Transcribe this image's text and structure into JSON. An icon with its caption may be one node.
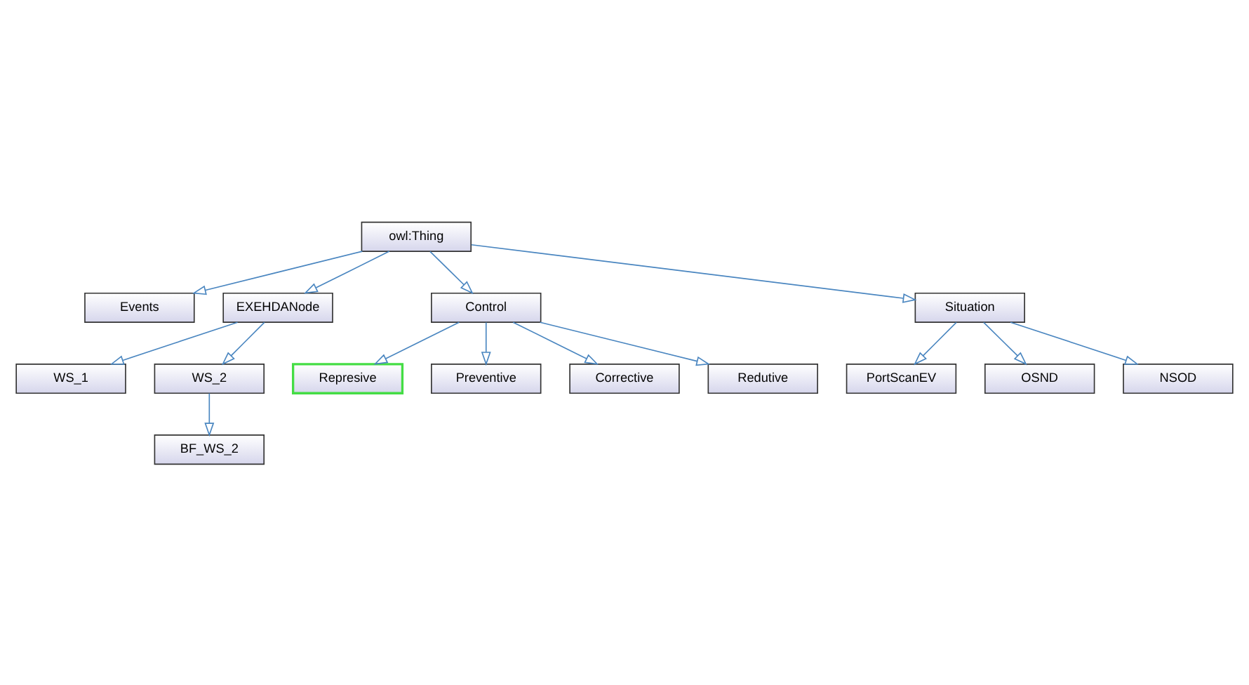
{
  "diagram": {
    "nodes": [
      {
        "text": [
          "Events"
        ]
      },
      {
        "text": [
          "EXEHDANode"
        ]
      },
      {
        "text": [
          "owl:Thing"
        ]
      },
      {
        "text": [
          "Control"
        ]
      },
      {
        "text": [
          "Represive"
        ]
      },
      {
        "text": [
          "Preventive"
        ]
      },
      {
        "text": [
          "Corrective"
        ]
      },
      {
        "text": [
          "Redutive"
        ]
      },
      {
        "text": [
          "WS_1"
        ]
      },
      {
        "text": [
          "WS_2"
        ]
      },
      {
        "text": [
          "BF_WS_2"
        ]
      },
      {
        "text": [
          "Situation"
        ]
      },
      {
        "text": [
          "PortScanEV"
        ]
      },
      {
        "text": [
          "OSND"
        ]
      },
      {
        "text": [
          "NSOD"
        ]
      }
    ],
    "edges": [
      {
        "from": 2,
        "to": 0,
        "arrow": "to"
      },
      {
        "from": 2,
        "to": 1,
        "arrow": "to"
      },
      {
        "from": 2,
        "to": 3,
        "arrow": "to"
      },
      {
        "from": 2,
        "to": 11,
        "arrow": "to"
      },
      {
        "from": 3,
        "to": 4,
        "arrow": "to"
      },
      {
        "from": 3,
        "to": 5,
        "arrow": "to"
      },
      {
        "from": 3,
        "to": 6,
        "arrow": "to"
      },
      {
        "from": 3,
        "to": 7,
        "arrow": "to"
      },
      {
        "from": 1,
        "to": 8,
        "arrow": "to"
      },
      {
        "from": 1,
        "to": 9,
        "arrow": "to"
      },
      {
        "from": 9,
        "to": 10,
        "arrow": "to"
      },
      {
        "from": 11,
        "to": 12,
        "arrow": "to"
      },
      {
        "from": 11,
        "to": 13,
        "arrow": "to"
      },
      {
        "from": 11,
        "to": 14,
        "arrow": "to"
      }
    ]
  }
}
